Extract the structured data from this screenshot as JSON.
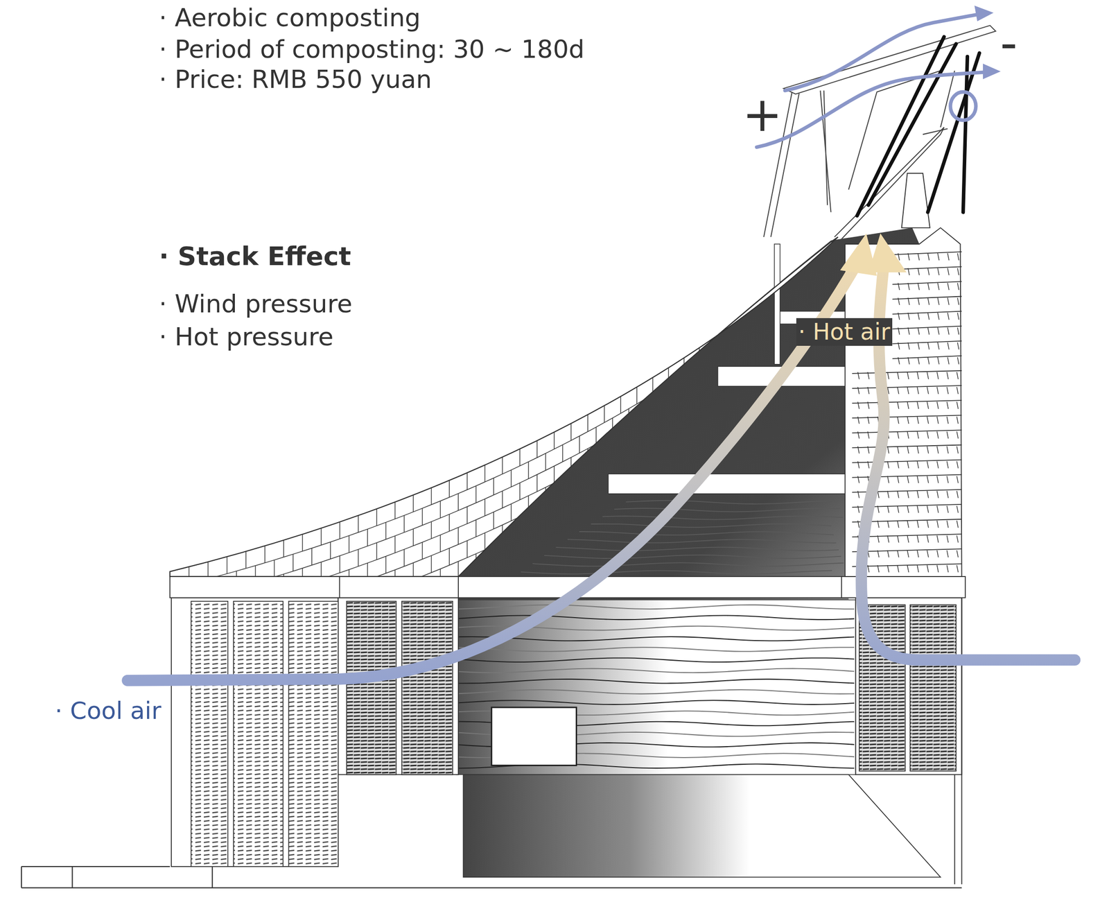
{
  "diagram": {
    "labels": [
      "· Aerobic composting",
      "· Period of composting: 30 ~ 180d",
      "· Price: RMB 550 yuan",
      "· Stack Effect",
      "· Wind pressure",
      "· Hot pressure",
      "· Hot air",
      "· Cool air",
      "+",
      "-"
    ]
  }
}
